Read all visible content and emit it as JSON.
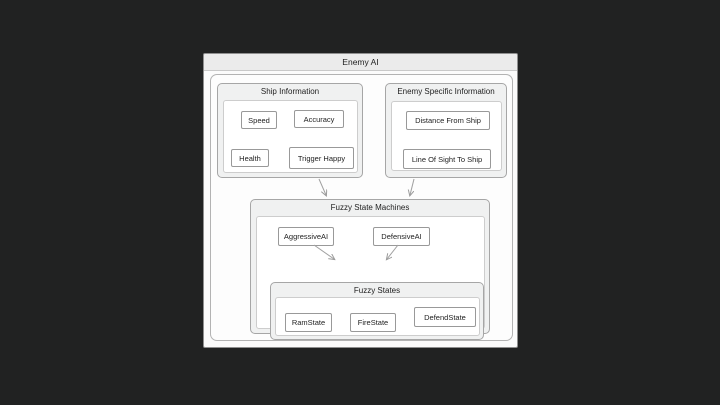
{
  "colors": {
    "background": "#212222",
    "canvas_bg": "#fbfbfb",
    "titlebar_bg": "#ebebeb",
    "group_bg": "#f0f1f1",
    "node_border": "#999999",
    "arrow": "#9a9a9a"
  },
  "diagram": {
    "title": "Enemy AI",
    "ship_information": {
      "title": "Ship Information",
      "items": [
        "Speed",
        "Accuracy",
        "Health",
        "Trigger Happy"
      ]
    },
    "enemy_specific_information": {
      "title": "Enemy Specific Information",
      "items": [
        "Distance From Ship",
        "Line Of Sight To Ship"
      ]
    },
    "fuzzy_state_machines": {
      "title": "Fuzzy State Machines",
      "items": [
        "AggressiveAI",
        "DefensiveAI"
      ]
    },
    "fuzzy_states": {
      "title": "Fuzzy States",
      "items": [
        "RamState",
        "FireState",
        "DefendState"
      ]
    },
    "connections": [
      {
        "from": "Ship Information",
        "to": "Fuzzy State Machines"
      },
      {
        "from": "Enemy Specific Information",
        "to": "Fuzzy State Machines"
      },
      {
        "from": "AggressiveAI",
        "to": "Fuzzy States"
      },
      {
        "from": "DefensiveAI",
        "to": "Fuzzy States"
      }
    ]
  }
}
